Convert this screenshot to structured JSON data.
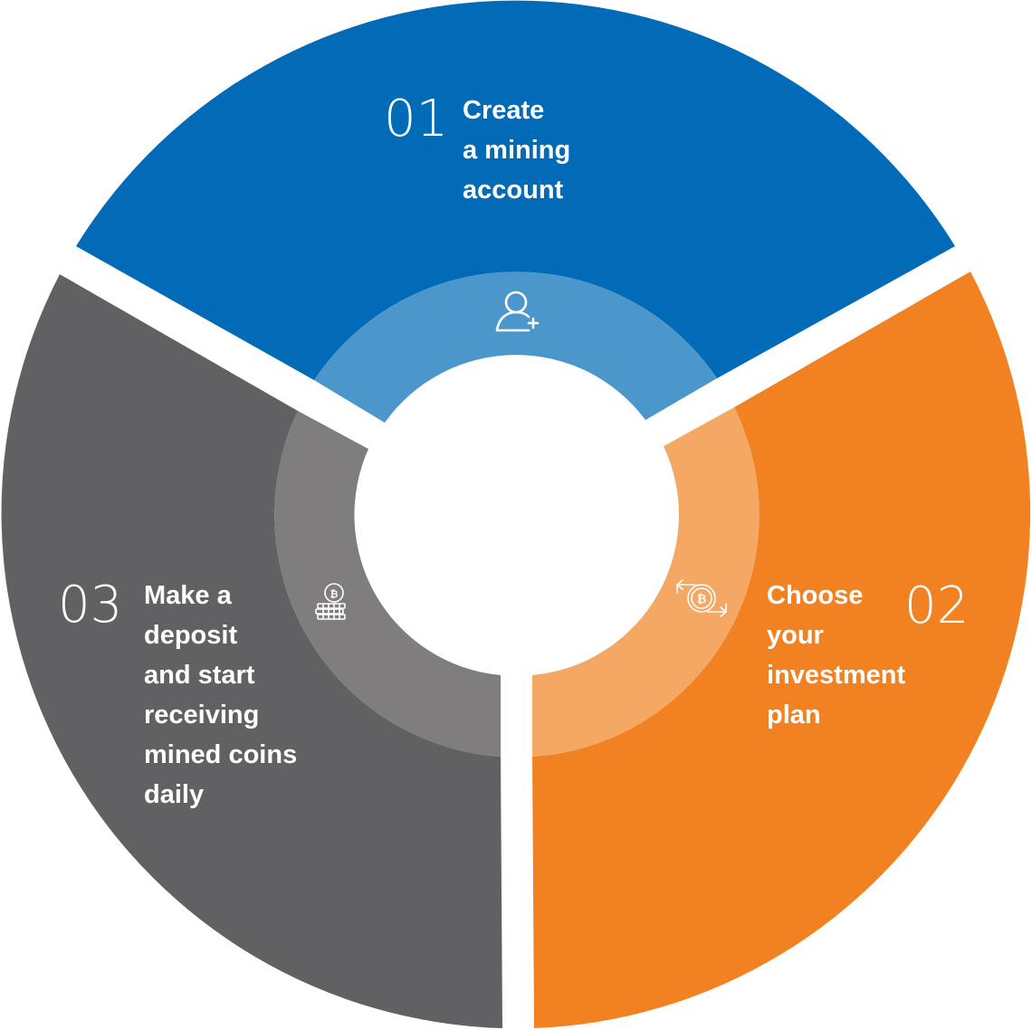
{
  "steps": [
    {
      "number": "01",
      "lines": [
        "Create",
        "a mining",
        "account"
      ],
      "icon": "add-user-icon",
      "outer_color": "#016BB7",
      "inner_color": "#4B97CC"
    },
    {
      "number": "02",
      "lines": [
        "Choose",
        "your",
        "investment",
        "plan"
      ],
      "icon": "bitcoin-exchange-icon",
      "outer_color": "#F28122",
      "inner_color": "#F5A764"
    },
    {
      "number": "03",
      "lines": [
        "Make a",
        "deposit",
        "and start",
        "receiving",
        "mined coins",
        "daily"
      ],
      "icon": "bitcoin-coin-stack-icon",
      "outer_color": "#616163",
      "inner_color": "#7F7D7E"
    }
  ]
}
